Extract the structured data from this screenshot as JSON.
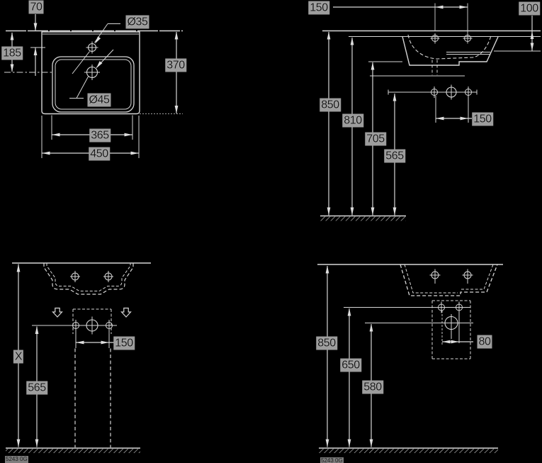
{
  "colors": {
    "background": "#000000",
    "line": "#d9d9d9",
    "dimension_line": "#cccccc",
    "label_background": "#9d9d9d",
    "label_text": "#151515"
  },
  "product_code": "5243 0G",
  "plan_view": {
    "name": "top view (plan)",
    "dims": {
      "tap_offset": "70",
      "drain_offset": "185",
      "tap_hole_diameter": "Ø35",
      "drain_diameter": "Ø45",
      "depth": "370",
      "bowl_width": "365",
      "width": "450"
    }
  },
  "section_view": {
    "name": "side section with heights",
    "dims": {
      "hole_spacing": "150",
      "rear_edge_height": "100",
      "height_total": "850",
      "height_rim_underside": "810",
      "height_ledge": "705",
      "height_fixing_line": "565",
      "detail_hole_spacing": "150"
    }
  },
  "front_install_view": {
    "name": "front installation view",
    "dims": {
      "height_unspecified": "X",
      "height_fixing": "565",
      "hole_spacing": "150"
    },
    "code": "5243 0G"
  },
  "side_install_view": {
    "name": "side installation view",
    "dims": {
      "height_total": "850",
      "height_fixing_holes": "650",
      "height_drain": "580",
      "fixing_hole_spacing": "80"
    },
    "code": "5243 0G"
  }
}
